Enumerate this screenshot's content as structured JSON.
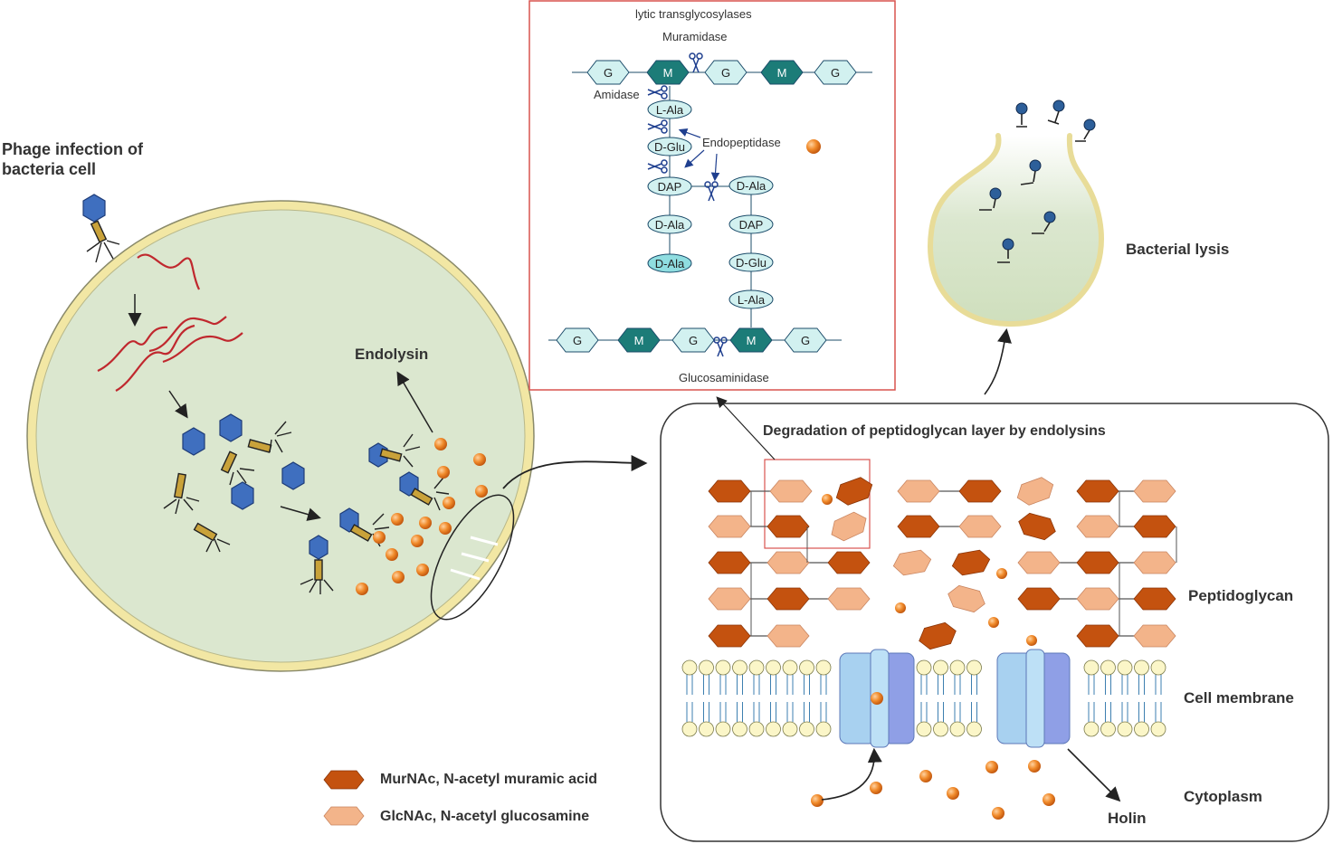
{
  "phage_section": {
    "title_line1": "Phage infection of",
    "title_line2": "bacteria cell",
    "endolysin_label": "Endolysin"
  },
  "inset": {
    "lytic_label": "lytic transglycosylases",
    "muramidase_label": "Muramidase",
    "amidase_label": "Amidase",
    "endopeptidase_label": "Endopeptidase",
    "glucosaminidase_label": "Glucosaminidase",
    "top_chain": [
      "G",
      "M",
      "G",
      "M",
      "G"
    ],
    "bottom_chain": [
      "G",
      "M",
      "G",
      "M",
      "G"
    ],
    "left_peptide": [
      "L-Ala",
      "D-Glu",
      "DAP",
      "D-Ala",
      "D-Ala"
    ],
    "right_peptide": [
      "D-Ala",
      "DAP",
      "D-Glu",
      "L-Ala"
    ]
  },
  "lysis": {
    "label": "Bacterial lysis"
  },
  "degradation": {
    "title": "Degradation of peptidoglycan layer by endolysins",
    "peptidoglycan_label": "Peptidoglycan",
    "membrane_label": "Cell membrane",
    "cytoplasm_label": "Cytoplasm",
    "holin_label": "Holin"
  },
  "legend": {
    "murnac": "MurNAc, N-acetyl muramic acid",
    "glcnac": "GlcNAc, N-acetyl glucosamine"
  },
  "colors": {
    "cell_fill": "#dbe7cf",
    "cell_wall": "#f2e7a4",
    "murnac": "#c4520f",
    "glcnac": "#f3b48a",
    "inset_border": "#d9534f",
    "teal_dark": "#1c7c78",
    "teal_light": "#d2f1f0",
    "holin": "#a9c8ee",
    "endolysin_ball": "#f08a2a"
  }
}
